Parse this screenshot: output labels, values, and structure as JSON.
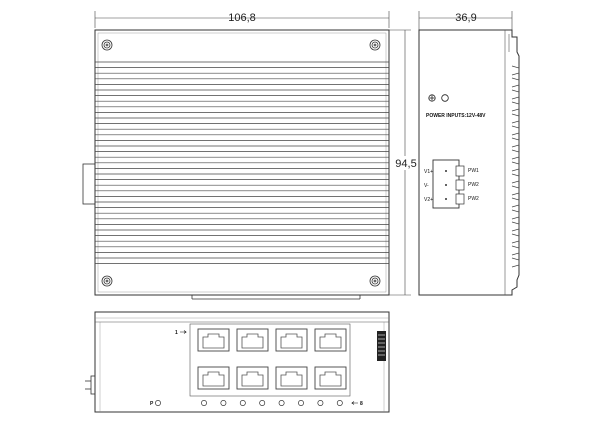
{
  "dimensions": {
    "width_label": "106,8",
    "depth_label": "36,9",
    "height_label": "94,5"
  },
  "side_view": {
    "power_label": "POWER INPUTS:12V-48V",
    "terminal_left": [
      "V1+",
      "V-",
      "V2+"
    ],
    "terminal_right": [
      "PW1",
      "PW2",
      "PW2"
    ]
  },
  "front_view": {
    "port_first_label": "1",
    "port_last_label": "8",
    "power_led_label": "P",
    "port_count": 8
  }
}
